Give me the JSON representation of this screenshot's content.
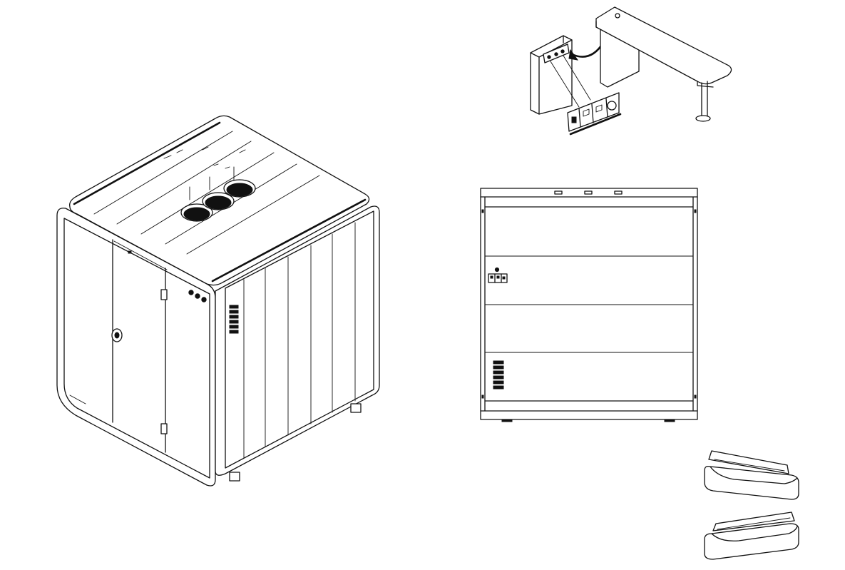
{
  "figure": {
    "background": "#ffffff",
    "line_color": "#111111",
    "views": [
      {
        "id": "booth-isometric",
        "icon": "office-pod-icon"
      },
      {
        "id": "desk-and-socket-panel",
        "icon": "desk-icon"
      },
      {
        "id": "booth-side-elevation",
        "icon": "elevation-view-icon"
      },
      {
        "id": "cushion-pair",
        "icon": "seat-cushion-icon"
      }
    ]
  }
}
